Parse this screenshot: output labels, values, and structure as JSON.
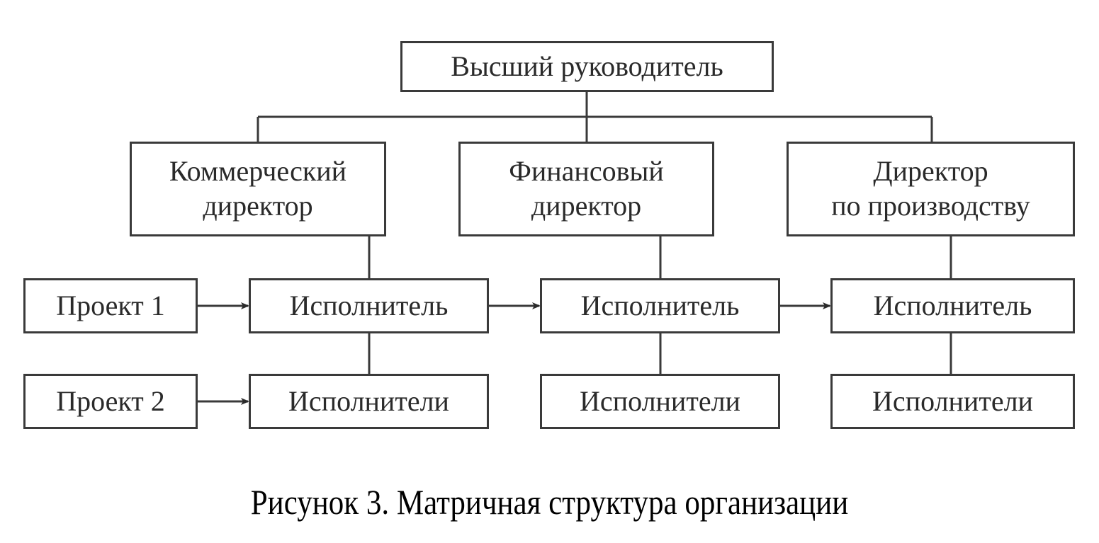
{
  "diagram": {
    "top": {
      "label": "Высший руководитель"
    },
    "directors": [
      {
        "line1": "Коммерческий",
        "line2": "директор"
      },
      {
        "line1": "Финансовый",
        "line2": "директор"
      },
      {
        "line1": "Директор",
        "line2": "по производству"
      }
    ],
    "projects": [
      {
        "label": "Проект 1"
      },
      {
        "label": "Проект 2"
      }
    ],
    "executor_row": [
      {
        "label": "Исполнитель"
      },
      {
        "label": "Исполнитель"
      },
      {
        "label": "Исполнитель"
      }
    ],
    "executors_row": [
      {
        "label": "Исполнители"
      },
      {
        "label": "Исполнители"
      },
      {
        "label": "Исполнители"
      }
    ],
    "line_color": "#3a3a3a"
  },
  "caption": "Рисунок 3.  Матричная структура организации"
}
